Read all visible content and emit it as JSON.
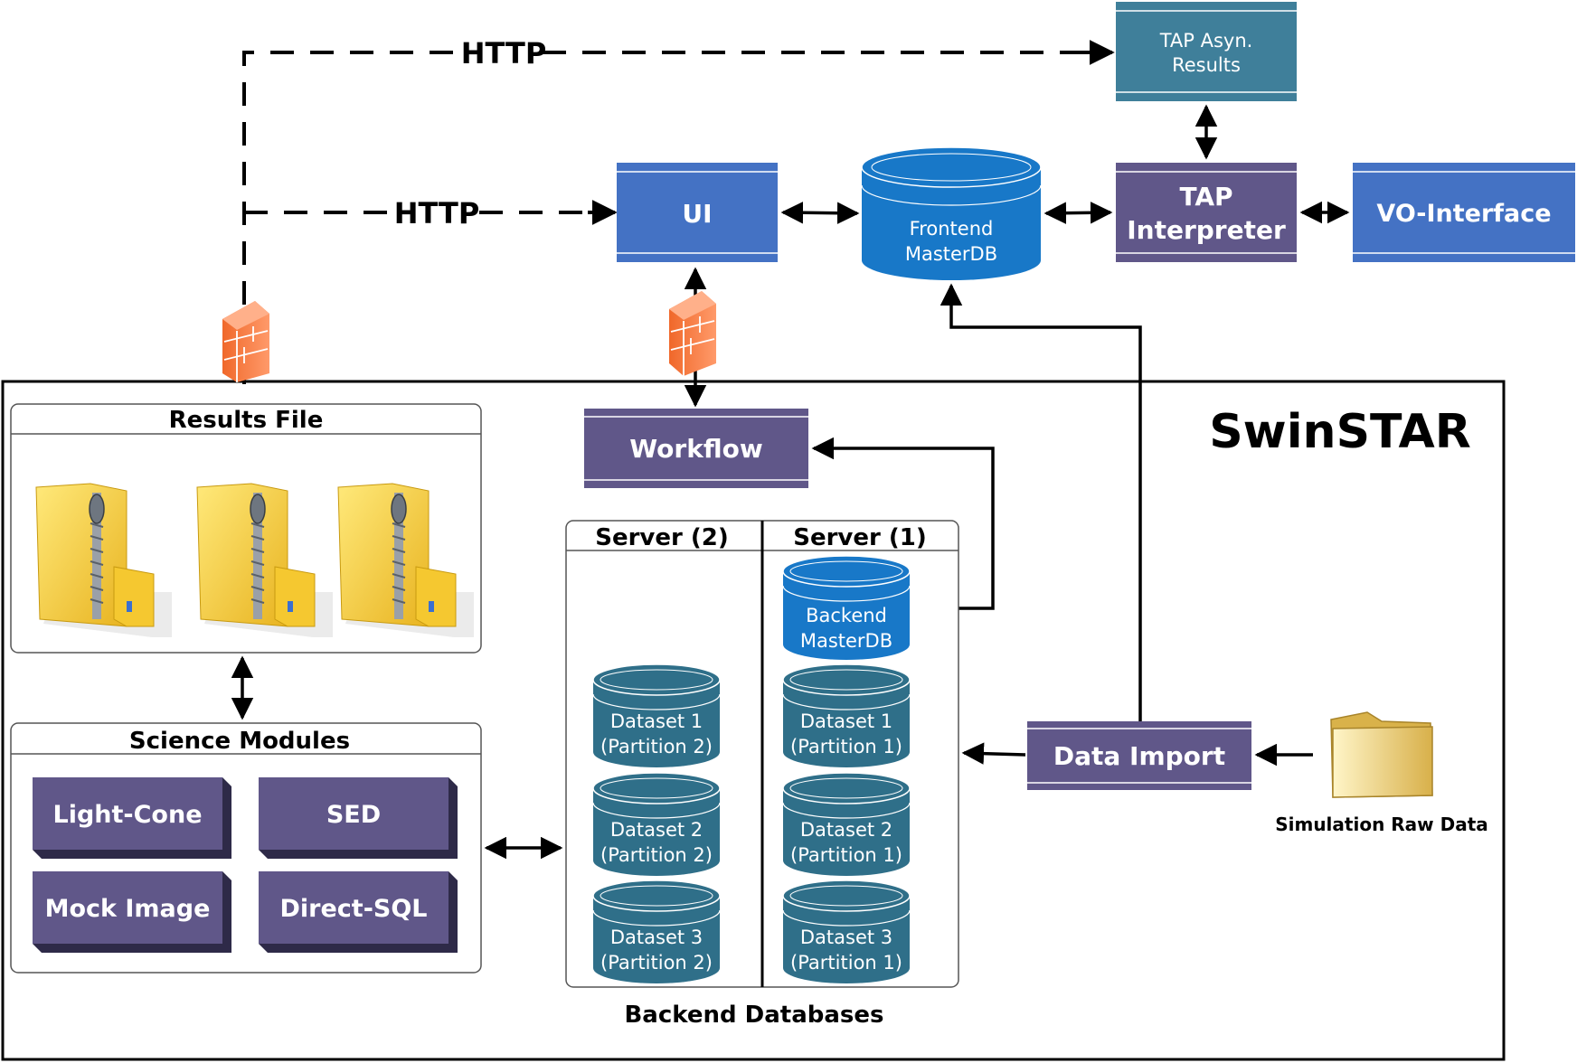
{
  "labels": {
    "http_top": "HTTP",
    "http_mid": "HTTP",
    "tap_results": [
      "TAP Asyn.",
      "Results"
    ],
    "ui": "UI",
    "frontend_db": [
      "Frontend",
      "MasterDB"
    ],
    "tap_interpreter": [
      "TAP",
      "Interpreter"
    ],
    "vo_interface": "VO-Interface",
    "system_title": "SwinSTAR",
    "results_file": "Results File",
    "workflow": "Workflow",
    "server2": "Server (2)",
    "server1": "Server (1)",
    "backend_db": [
      "Backend",
      "MasterDB"
    ],
    "science_modules": "Science Modules",
    "modules": [
      "Light-Cone",
      "SED",
      "Mock Image",
      "Direct-SQL"
    ],
    "datasets_server2": [
      [
        "Dataset 1",
        "(Partition 2)"
      ],
      [
        "Dataset 2",
        "(Partition 2)"
      ],
      [
        "Dataset 3",
        "(Partition 2)"
      ]
    ],
    "datasets_server1": [
      [
        "Dataset 1",
        "(Partition 1)"
      ],
      [
        "Dataset 2",
        "(Partition 1)"
      ],
      [
        "Dataset 3",
        "(Partition 1)"
      ]
    ],
    "data_import": "Data Import",
    "raw_data": "Simulation Raw Data",
    "backend_databases": "Backend Databases"
  },
  "icons": [
    "firewall-icon",
    "zip-folder-icon",
    "folder-icon"
  ],
  "colors": {
    "ui_blue": "#4472C4",
    "purple": "#605789",
    "teal": "#3F7F9A",
    "db_blue": "#1878C8",
    "db_teal": "#2F6F89"
  }
}
